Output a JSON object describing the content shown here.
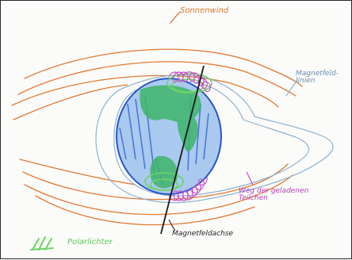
{
  "labels": {
    "sonnenwind": "Sonnenwind",
    "magnetfeldlinien": "Magnetfeld-linien",
    "weg_teilchen": "Weg der geladenen Teilchen",
    "magnetfeldachse": "Magnetfeldachse",
    "polarlichter": "Polarlichter"
  },
  "colors": {
    "solar_wind_lines": "#e07a35",
    "field_lines": "#8fb2cf",
    "earth_ocean": "#3f6fd6",
    "earth_land": "#3fb56a",
    "aurora": "#6cd463",
    "particle_path": "#c84fc8",
    "axis": "#1a1a1a"
  }
}
